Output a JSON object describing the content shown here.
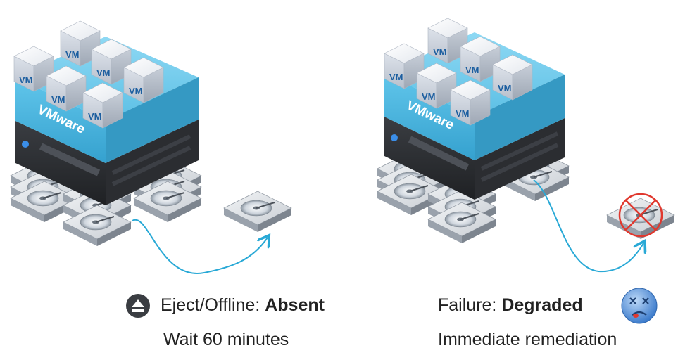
{
  "left_scenario": {
    "layer_label": "VMware",
    "vm_label": "VM",
    "status_prefix": "Eject/Offline: ",
    "status_state": "Absent",
    "action": "Wait 60 minutes",
    "icon": "eject-icon"
  },
  "right_scenario": {
    "layer_label": "VMware",
    "vm_label": "VM",
    "status_prefix": "Failure: ",
    "status_state": "Degraded",
    "action": "Immediate remediation",
    "icon": "sad-face-icon",
    "failed_disk_marker": "no-sign-icon"
  },
  "colors": {
    "vm_blue": "#1d5fa0",
    "hypervisor_cyan": "#3fb4e0",
    "arrow_cyan": "#29a9d6",
    "failure_red": "#e0382e",
    "server_dark": "#2b2d31"
  }
}
